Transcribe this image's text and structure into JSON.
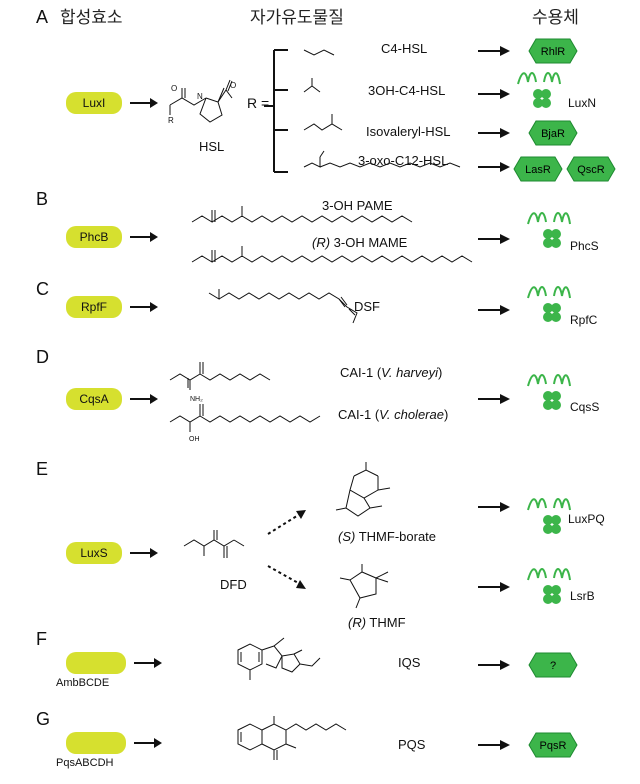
{
  "headers": {
    "synthase": "합성효소",
    "autoinducer": "자가유도물질",
    "receptor": "수용체"
  },
  "sections": {
    "A": {
      "letter": "A",
      "enzyme": "LuxI",
      "core": "HSL",
      "r_eq": "R =",
      "compounds": [
        "C4-HSL",
        "3OH-C4-HSL",
        "Isovaleryl-HSL",
        "3-oxo-C12-HSL"
      ],
      "receptors": [
        "RhlR",
        "LuxN",
        "BjaR",
        "LasR",
        "QscR"
      ]
    },
    "B": {
      "letter": "B",
      "enzyme": "PhcB",
      "compound1": "3-OH PAME",
      "compound2_prefix": "(R)",
      "compound2": " 3-OH MAME",
      "receptor": "PhcS"
    },
    "C": {
      "letter": "C",
      "enzyme": "RpfF",
      "compound": "DSF",
      "receptor": "RpfC"
    },
    "D": {
      "letter": "D",
      "enzyme": "CqsA",
      "c1_pre": "CAI-1 (",
      "c1_italic": "V. harveyi",
      "c1_post": ")",
      "c2_pre": "CAI-1 (",
      "c2_italic": "V. cholerae",
      "c2_post": ")",
      "nh2": "NH₂",
      "oh": "OH",
      "receptor": "CqsS"
    },
    "E": {
      "letter": "E",
      "enzyme": "LuxS",
      "core": "DFD",
      "c1_prefix": "(S)",
      "c1": " THMF-borate",
      "c2_prefix": "(R)",
      "c2": " THMF",
      "receptor1": "LuxPQ",
      "receptor2": "LsrB"
    },
    "F": {
      "letter": "F",
      "enzyme": "AmbBCDE",
      "compound": "IQS",
      "receptor": "?"
    },
    "G": {
      "letter": "G",
      "enzyme": "PqsABCDH",
      "compound": "PQS",
      "receptor": "PqsR"
    }
  },
  "colors": {
    "enzyme_pill": "#d6e02f",
    "receptor": "#3cb54a",
    "receptor_dark": "#1e8a30"
  }
}
